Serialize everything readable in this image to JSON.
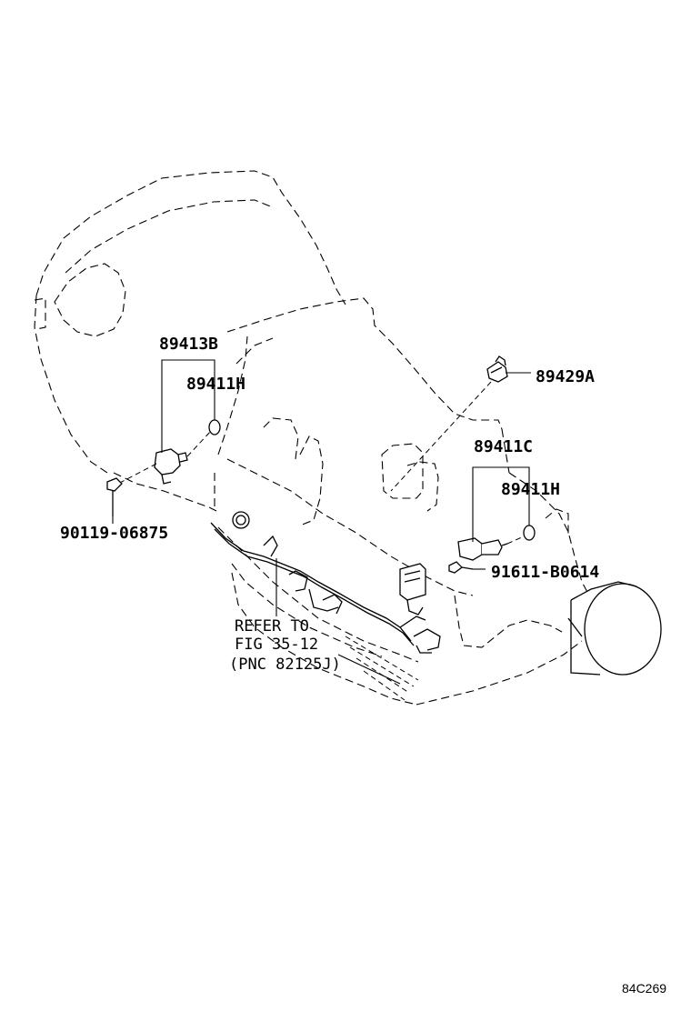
{
  "callouts": {
    "p89413b": "89413B",
    "p89411h_left": "89411H",
    "p89429a": "89429A",
    "p89411c": "89411C",
    "p89411h_right": "89411H",
    "p91611": "91611-B0614",
    "p90119": "90119-06875"
  },
  "refer_note": {
    "line1": "REFER TO",
    "line2": "FIG 35-12",
    "line3": "(PNC 82125J)"
  },
  "drawing_code": "84C269",
  "colors": {
    "ink": "#000000",
    "paper": "#ffffff"
  }
}
